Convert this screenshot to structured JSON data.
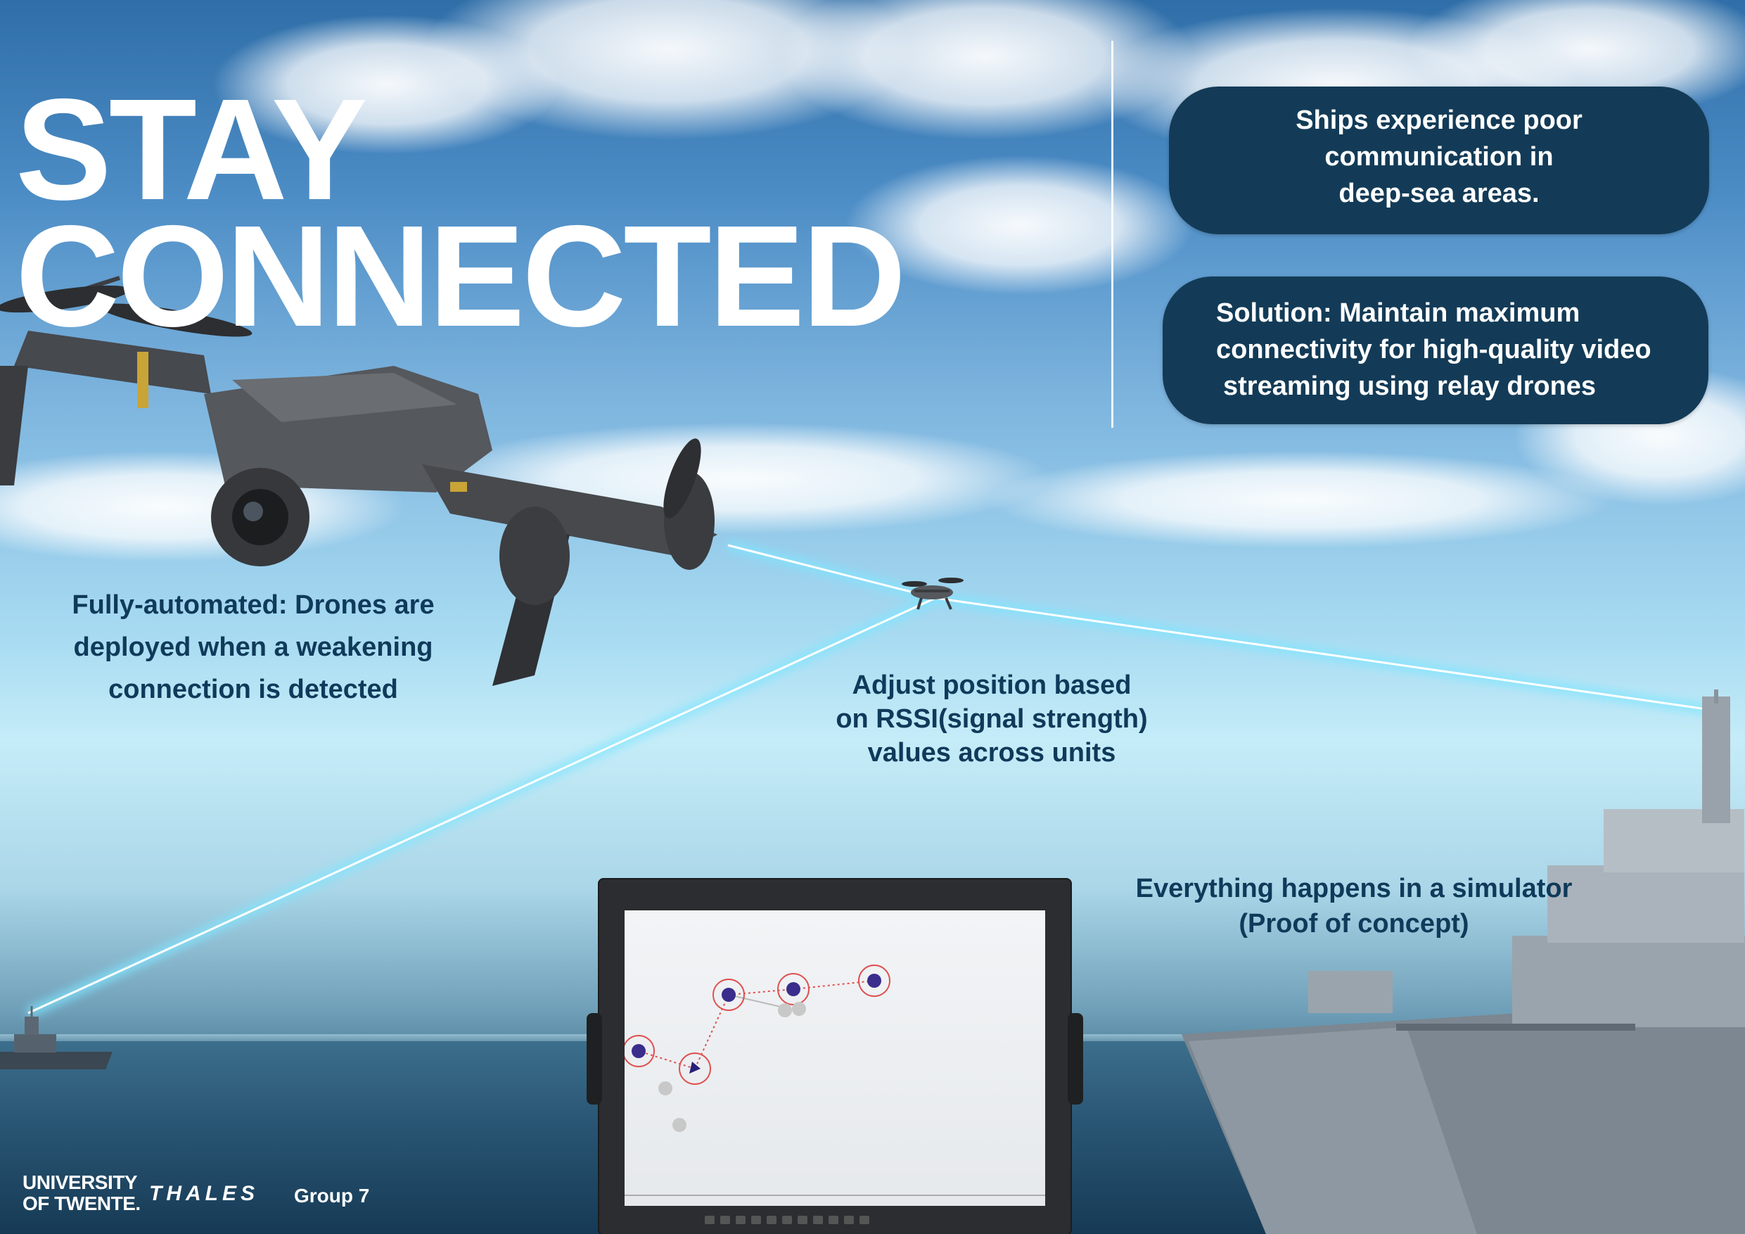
{
  "headline": {
    "line1": "STAY",
    "line2": "CONNECTED"
  },
  "callouts": {
    "problem": [
      "Ships experience poor",
      "communication in",
      "deep-sea areas."
    ],
    "solution": [
      "Solution: Maintain maximum",
      "connectivity for high-quality video",
      "streaming using relay drones"
    ]
  },
  "captions": {
    "automated": [
      "Fully-automated: Drones are",
      "deployed when a weakening",
      "connection is detected"
    ],
    "rssi": [
      "Adjust position based",
      "on RSSI(signal strength)",
      "values across units"
    ],
    "simulator": [
      "Everything happens in a simulator",
      "(Proof of concept)"
    ]
  },
  "footer": {
    "university": [
      "UNIVERSITY",
      "OF TWENTE."
    ],
    "partner": "THALES",
    "group": "Group 7"
  },
  "colors": {
    "pill": "#133b57",
    "caption": "#0f3a5a",
    "beam": "#ffffff"
  },
  "icons": [
    "drone-icon",
    "small-drone-icon",
    "ship-icon",
    "warship-icon",
    "monitor-icon"
  ]
}
